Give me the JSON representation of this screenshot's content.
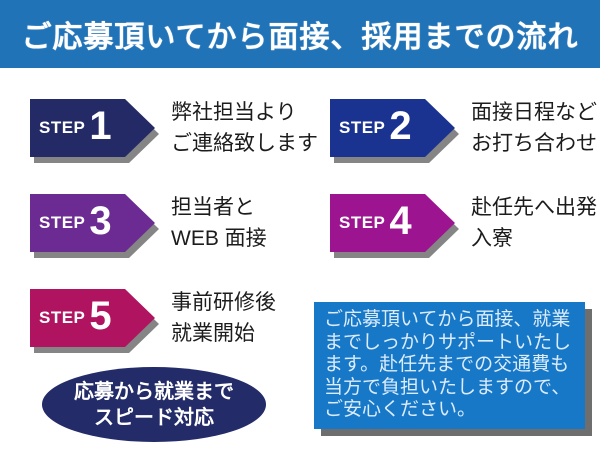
{
  "header": {
    "title": "ご応募頂いてから面接、採用までの流れ",
    "bg_color": "#2173b8"
  },
  "steps": [
    {
      "label": "STEP",
      "number": "1",
      "color": "#232a66",
      "lines": [
        "弊社担当より",
        "ご連絡致します"
      ]
    },
    {
      "label": "STEP",
      "number": "2",
      "color": "#1b3390",
      "lines": [
        "面接日程など",
        "お打ち合わせ"
      ]
    },
    {
      "label": "STEP",
      "number": "3",
      "color": "#6b2b92",
      "lines": [
        "担当者と",
        "WEB 面接"
      ]
    },
    {
      "label": "STEP",
      "number": "4",
      "color": "#9c1490",
      "lines": [
        "赴任先へ出発",
        "入寮"
      ]
    },
    {
      "label": "STEP",
      "number": "5",
      "color": "#b01460",
      "lines": [
        "事前研修後",
        "就業開始"
      ]
    }
  ],
  "badge": {
    "bg_color": "#232b68",
    "lines": [
      "応募から就業まで",
      "スピード対応"
    ]
  },
  "note": {
    "bg_color": "#1878c8",
    "text_color": "#dcecfa",
    "lines": [
      "ご応募頂いてから面接、就業",
      "までしっかりサポートいたし",
      "ます。赴任先までの交通費も",
      "当方で負担いたしますので、",
      "ご安心ください。"
    ]
  },
  "colors": {
    "arrow_shadow": "#858585",
    "step_text": "#1c1c1c"
  }
}
